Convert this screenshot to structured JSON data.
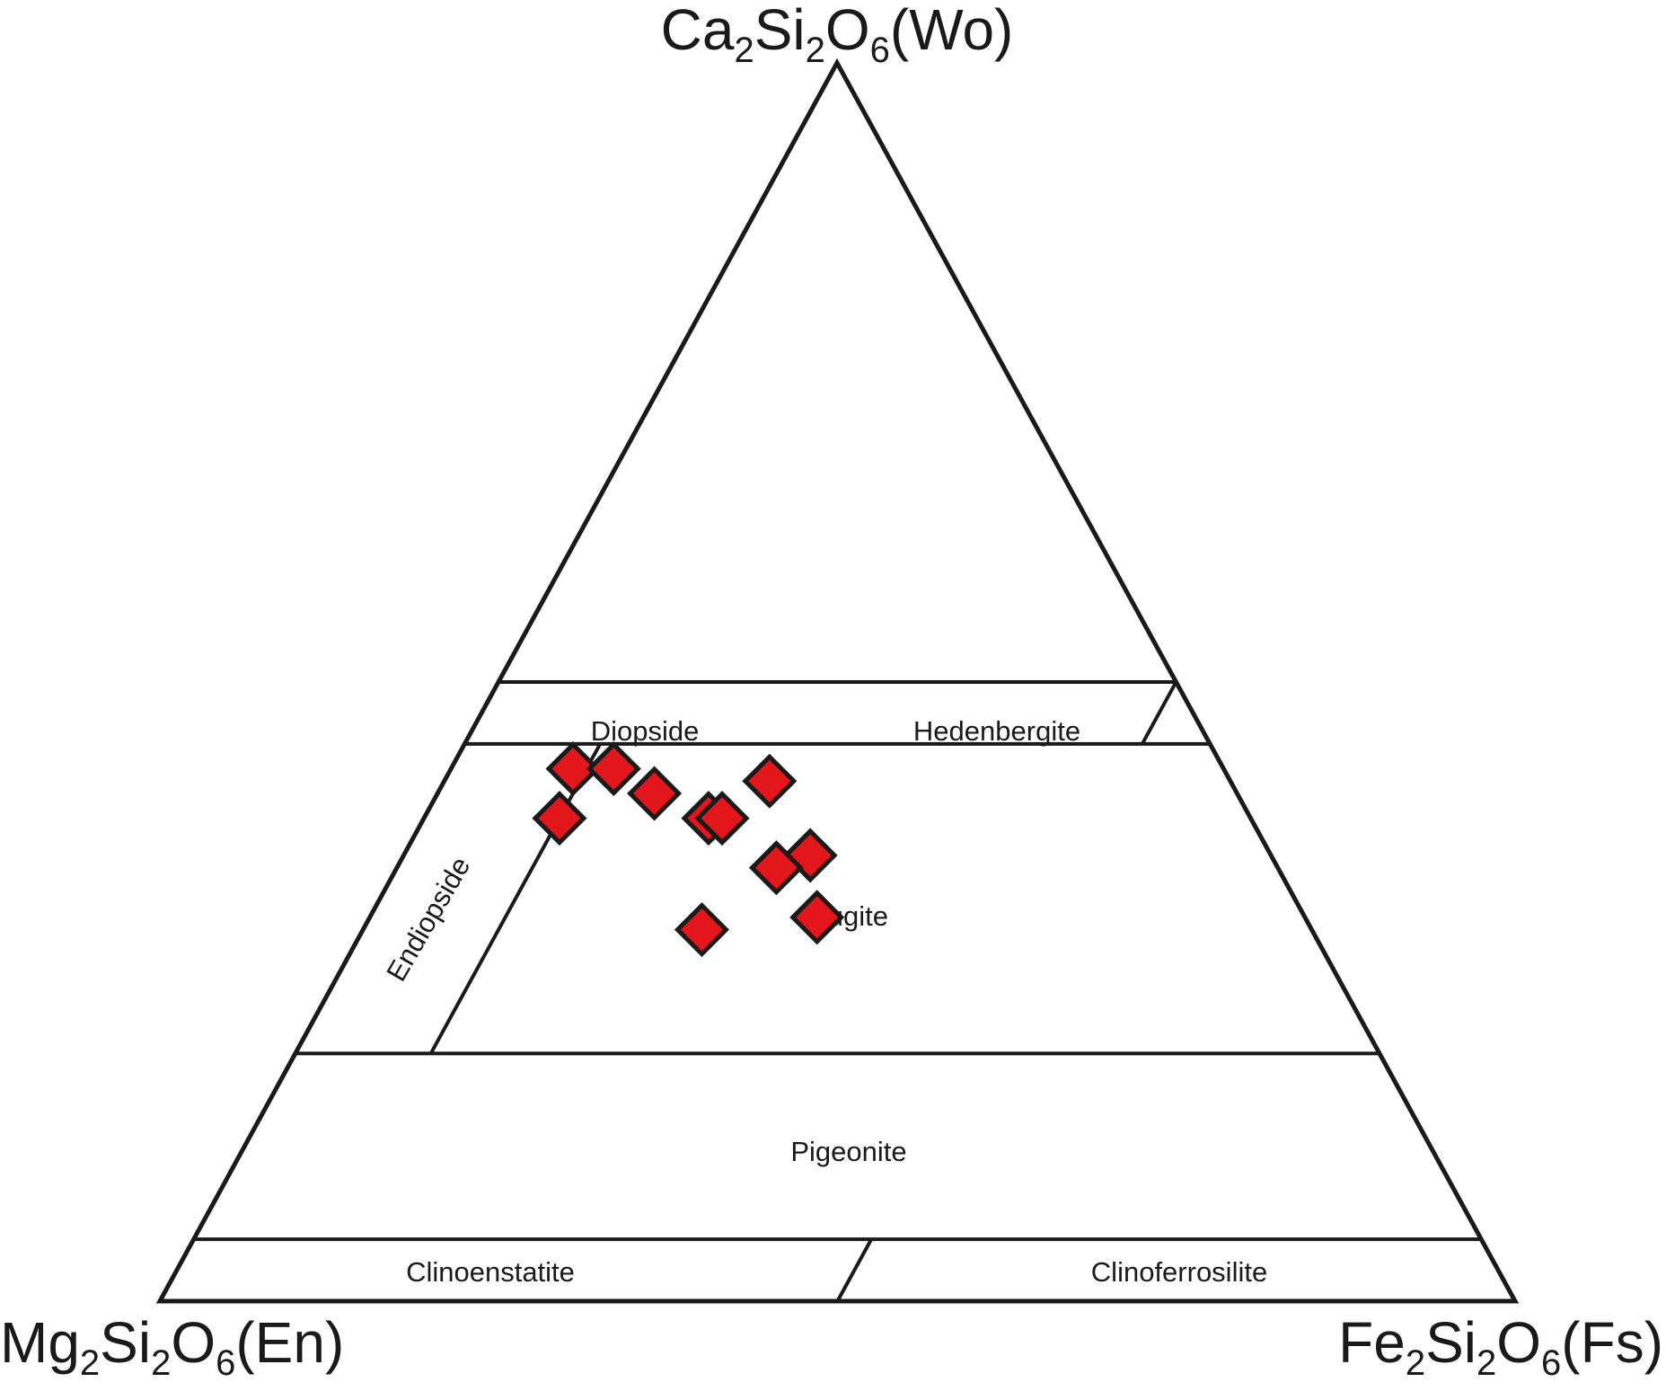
{
  "chart_data": {
    "type": "ternary",
    "vertices": {
      "top": {
        "formula": [
          "Ca",
          "2",
          "Si",
          "2",
          "O",
          "6",
          "(Wo)"
        ]
      },
      "left": {
        "formula": [
          "Mg",
          "2",
          "Si",
          "2",
          "O",
          "6",
          "(En)"
        ]
      },
      "right": {
        "formula": [
          "Fe",
          "2",
          "Si",
          "2",
          "O",
          "6",
          "(Fs)"
        ]
      }
    },
    "fields": {
      "diopside": "Diopside",
      "hedenbergite": "Hedenbergite",
      "endiopside": "Endiopside",
      "augite": "Augite",
      "pigeonite": "Pigeonite",
      "clinoenstatite": "Clinoenstatite",
      "clinoferrosilite": "Clinoferrosilite"
    },
    "boundaries": [
      {
        "wo": 50,
        "fs_from": 0,
        "fs_to": 50
      },
      {
        "wo": 45,
        "fs_from": 0,
        "fs_to": 55
      },
      {
        "wo": 20,
        "fs_from": 0,
        "fs_to": 80
      },
      {
        "wo": 5,
        "fs_from": 0,
        "fs_to": 95
      },
      {
        "fs": 50,
        "wo_from": 45,
        "wo_to": 50
      },
      {
        "fs": 50,
        "wo_from": 0,
        "wo_to": 5
      },
      {
        "from": {
          "wo": 45,
          "fs": 10
        },
        "to": {
          "wo": 20,
          "fs": 10
        }
      }
    ],
    "series": [
      {
        "marker": "diamond",
        "color": "#e3161b",
        "points": [
          {
            "wo": 43,
            "en": 48,
            "fs": 9
          },
          {
            "wo": 43,
            "en": 45,
            "fs": 12
          },
          {
            "wo": 41,
            "en": 43,
            "fs": 16
          },
          {
            "wo": 39,
            "en": 40,
            "fs": 21
          },
          {
            "wo": 39,
            "en": 39,
            "fs": 22
          },
          {
            "wo": 42,
            "en": 34,
            "fs": 24
          },
          {
            "wo": 39,
            "en": 51,
            "fs": 10
          },
          {
            "wo": 36,
            "en": 34,
            "fs": 30
          },
          {
            "wo": 35,
            "en": 37,
            "fs": 28
          },
          {
            "wo": 31,
            "en": 36,
            "fs": 33
          },
          {
            "wo": 30,
            "en": 45,
            "fs": 25
          }
        ]
      }
    ]
  }
}
